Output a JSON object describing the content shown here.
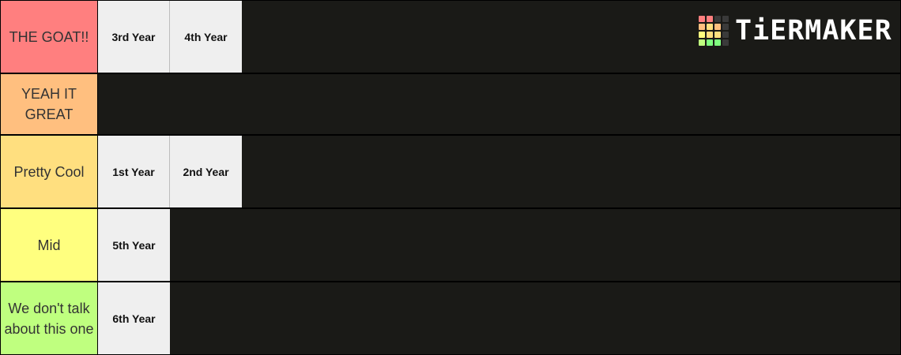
{
  "brand": {
    "name": "TiERMAKER",
    "grid_colors": [
      "#ff7f7f",
      "#ff7f7f",
      "#3a3a3a",
      "#3a3a3a",
      "#ffbf7f",
      "#ffdf7f",
      "#ffbf7f",
      "#3a3a3a",
      "#ffff7f",
      "#ffdf7f",
      "#ffdf7f",
      "#3a3a3a",
      "#bfff7f",
      "#7fff7f",
      "#7fff7f",
      "#3a3a3a"
    ]
  },
  "tiers": [
    {
      "label": "THE GOAT!!",
      "color": "#ff7f7f",
      "items": [
        "3rd Year",
        "4th Year"
      ]
    },
    {
      "label": "YEAH IT GREAT",
      "color": "#ffbf7f",
      "items": []
    },
    {
      "label": "Pretty Cool",
      "color": "#ffdf7f",
      "items": [
        "1st Year",
        "2nd Year"
      ]
    },
    {
      "label": "Mid",
      "color": "#ffff7f",
      "items": [
        "5th Year"
      ]
    },
    {
      "label": "We don't talk about this one",
      "color": "#bfff7f",
      "items": [
        "6th Year"
      ]
    }
  ]
}
